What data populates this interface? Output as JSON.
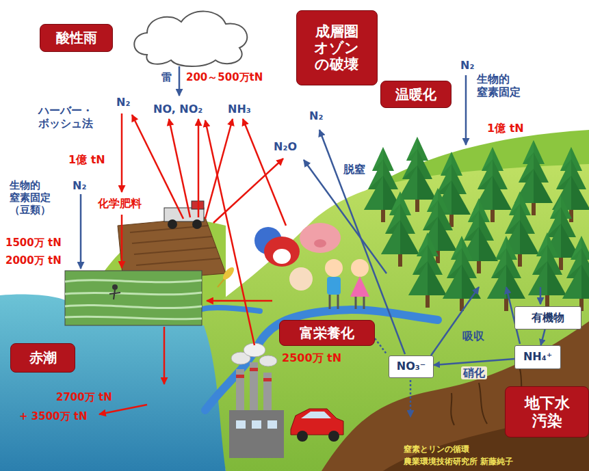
{
  "diagram": {
    "nodes": [
      {
        "text": [
          "酸性雨"
        ]
      },
      {
        "text": [
          "成層圏オゾンの破壊"
        ]
      },
      {
        "text": [
          "温暖化"
        ]
      },
      {
        "text": [
          "富栄養化"
        ]
      },
      {
        "text": [
          "有機物"
        ]
      },
      {
        "text": [
          "赤潮"
        ]
      },
      {
        "text": [
          "NH₄⁺"
        ]
      },
      {
        "text": [
          "NO₃⁻"
        ]
      },
      {
        "text": [
          "地下水汚染"
        ]
      }
    ],
    "edges": [
      {
        "from": 4,
        "to": 6,
        "arrow": "to"
      },
      {
        "from": 6,
        "to": 7,
        "label": "硝化",
        "arrow": "to"
      }
    ],
    "labels": [
      "雷",
      "200～500万tN",
      "N₂",
      "NO, NO₂",
      "NH₃",
      "N₂",
      "生物的 窒素固定",
      "ハーバー・ボッシュ法",
      "N₂",
      "1億 tN",
      "N₂O",
      "1億 tN",
      "脱窒",
      "生物的 窒素固定（豆類）",
      "N₂",
      "化学肥料",
      "1500万 tN",
      "2000万 tN",
      "吸収",
      "2500万 tN",
      "2700万 tN",
      "+ 3500万 tN",
      "窒素とリンの循環",
      "農業環境技術研究所 新藤純子"
    ]
  }
}
